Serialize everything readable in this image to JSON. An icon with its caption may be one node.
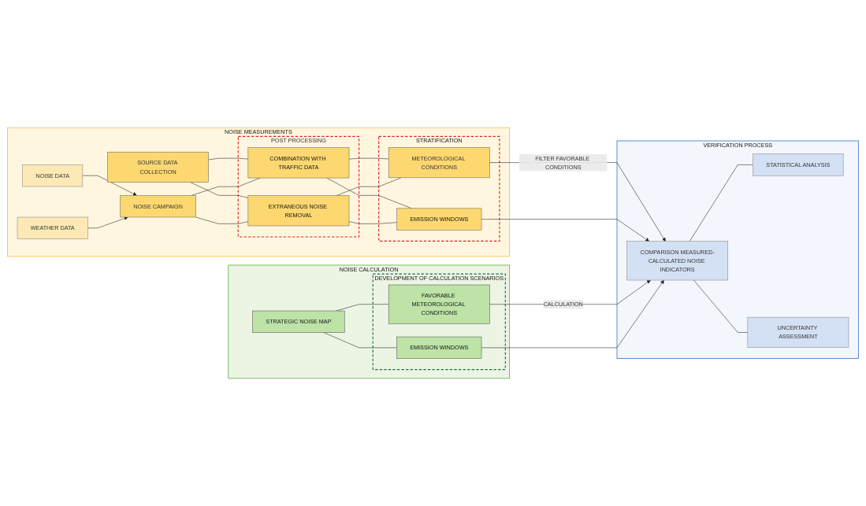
{
  "diagram": {
    "nodes": [
      {
        "text": [
          "NOISE MEASUREMENTS"
        ]
      },
      {
        "text": [
          "SOURCE DATA COLLECTION"
        ],
        "in": 0
      },
      {
        "text": [
          "NOISE CAMPAIGN"
        ],
        "in": 0
      },
      {
        "text": [
          "NOISE DATA"
        ],
        "in": 0
      },
      {
        "text": [
          "WEATHER DATA"
        ],
        "in": 0
      },
      {
        "text": [
          "POST PROCESSING"
        ],
        "in": 0
      },
      {
        "text": [
          "COMBINATION WITH TRAFFIC DATA"
        ],
        "in": 5
      },
      {
        "text": [
          "EXTRANEOUS NOISE REMOVAL"
        ],
        "in": 5
      },
      {
        "text": [
          "STRATIFICATION"
        ],
        "in": 0
      },
      {
        "text": [
          "METEOROLOGICAL CONDITIONS"
        ],
        "in": 8
      },
      {
        "text": [
          "EMISSION WINDOWS"
        ],
        "in": 8
      },
      {
        "text": [
          "NOISE CALCULATION"
        ]
      },
      {
        "text": [
          "DEVELOPMENT OF CALCULATION SCENARIOS"
        ],
        "in": 11
      },
      {
        "text": [
          "STRATEGIC NOISE MAP"
        ],
        "in": 11
      },
      {
        "text": [
          "FAVORABLE METEOROLOGICAL CONDITIONS"
        ],
        "in": 12
      },
      {
        "text": [
          "EMISSION WINDOWS"
        ],
        "in": 12
      },
      {
        "text": [
          "VERIFICATION PROCESS"
        ]
      },
      {
        "text": [
          "COMPARISON MEASURED-CALCULATED NOISE INDICATORS"
        ],
        "in": 16
      },
      {
        "text": [
          "STATISTICAL ANALYSIS"
        ],
        "in": 16
      },
      {
        "text": [
          "UNCERTAINTY ASSESSMENT"
        ],
        "in": 16
      }
    ],
    "edges": [
      {
        "from": 3,
        "to": 2,
        "arrow": "to"
      },
      {
        "from": 4,
        "to": 2,
        "arrow": "to"
      },
      {
        "from": 1,
        "to": 6,
        "arrow": "none"
      },
      {
        "from": 1,
        "to": 7,
        "arrow": "none"
      },
      {
        "from": 2,
        "to": 6,
        "arrow": "none"
      },
      {
        "from": 2,
        "to": 7,
        "arrow": "none"
      },
      {
        "from": 6,
        "to": 9,
        "arrow": "none"
      },
      {
        "from": 6,
        "to": 10,
        "arrow": "none"
      },
      {
        "from": 7,
        "to": 9,
        "arrow": "none"
      },
      {
        "from": 7,
        "to": 10,
        "arrow": "none"
      },
      {
        "from": 9,
        "to": 17,
        "arrow": "to",
        "label": "FILTER FAVORABLE CONDITIONS"
      },
      {
        "from": 10,
        "to": 17,
        "arrow": "to"
      },
      {
        "from": 13,
        "to": 14,
        "arrow": "none"
      },
      {
        "from": 13,
        "to": 15,
        "arrow": "none"
      },
      {
        "from": 14,
        "to": 17,
        "arrow": "to",
        "label": "CALCULATION"
      },
      {
        "from": 15,
        "to": 17,
        "arrow": "to"
      },
      {
        "from": 17,
        "to": 18,
        "arrow": "none"
      },
      {
        "from": 17,
        "to": 19,
        "arrow": "none"
      }
    ]
  }
}
